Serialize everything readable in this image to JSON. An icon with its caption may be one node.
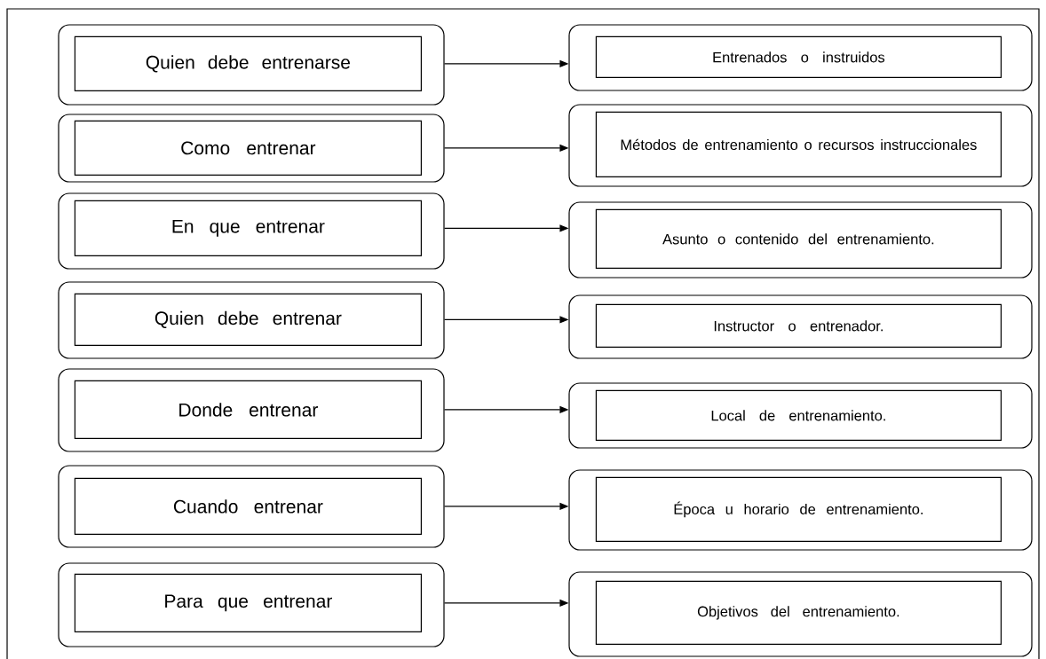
{
  "diagram": {
    "nodes": [
      {
        "text": [],
        "shape": "box"
      },
      {
        "text": [
          "Quien debe entrenarse"
        ],
        "in": 0
      },
      {
        "text": [],
        "shape": "box"
      },
      {
        "text": [
          "Entrenados o instruidos"
        ],
        "in": 2
      },
      {
        "text": [],
        "shape": "box"
      },
      {
        "text": [
          "Como entrenar"
        ],
        "in": 4
      },
      {
        "text": [],
        "shape": "box"
      },
      {
        "text": [
          "Métodos de entrenamiento o recursos instruccionales"
        ],
        "in": 6
      },
      {
        "text": [],
        "shape": "box"
      },
      {
        "text": [
          "En que entrenar"
        ],
        "in": 8
      },
      {
        "text": [],
        "shape": "box"
      },
      {
        "text": [
          "Asunto o contenido del entrenamiento."
        ],
        "in": 10
      },
      {
        "text": [],
        "shape": "box"
      },
      {
        "text": [
          "Quien debe entrenar"
        ],
        "in": 12
      },
      {
        "text": [],
        "shape": "box"
      },
      {
        "text": [
          "Instructor o entrenador."
        ],
        "in": 14
      },
      {
        "text": [],
        "shape": "box"
      },
      {
        "text": [
          "Donde entrenar"
        ],
        "in": 16
      },
      {
        "text": [],
        "shape": "box"
      },
      {
        "text": [
          "Local de entrenamiento."
        ],
        "in": 18
      },
      {
        "text": [],
        "shape": "box"
      },
      {
        "text": [
          "Cuando entrenar"
        ],
        "in": 20
      },
      {
        "text": [],
        "shape": "box"
      },
      {
        "text": [
          "Época u horario de entrenamiento."
        ],
        "in": 22
      },
      {
        "text": [],
        "shape": "box"
      },
      {
        "text": [
          "Para que entrenar"
        ],
        "in": 24
      },
      {
        "text": [],
        "shape": "box"
      },
      {
        "text": [
          "Objetivos del entrenamiento."
        ],
        "in": 26
      }
    ],
    "edges": [
      {
        "from": 0,
        "to": 2,
        "arrow": "to"
      },
      {
        "from": 4,
        "to": 6,
        "arrow": "to"
      },
      {
        "from": 8,
        "to": 10,
        "arrow": "to"
      },
      {
        "from": 12,
        "to": 14,
        "arrow": "to"
      },
      {
        "from": 16,
        "to": 18,
        "arrow": "to"
      },
      {
        "from": 20,
        "to": 22,
        "arrow": "to"
      },
      {
        "from": 24,
        "to": 26,
        "arrow": "to"
      }
    ]
  }
}
